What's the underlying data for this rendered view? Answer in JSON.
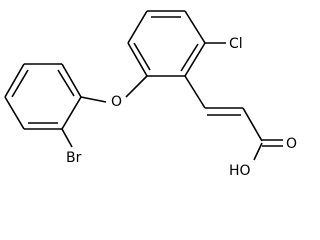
{
  "molecule": {
    "atoms": {
      "chloro": "Cl",
      "ether_oxygen": "O",
      "bromo": "Br",
      "carbonyl_oxygen": "O",
      "hydroxyl": "HO"
    }
  }
}
